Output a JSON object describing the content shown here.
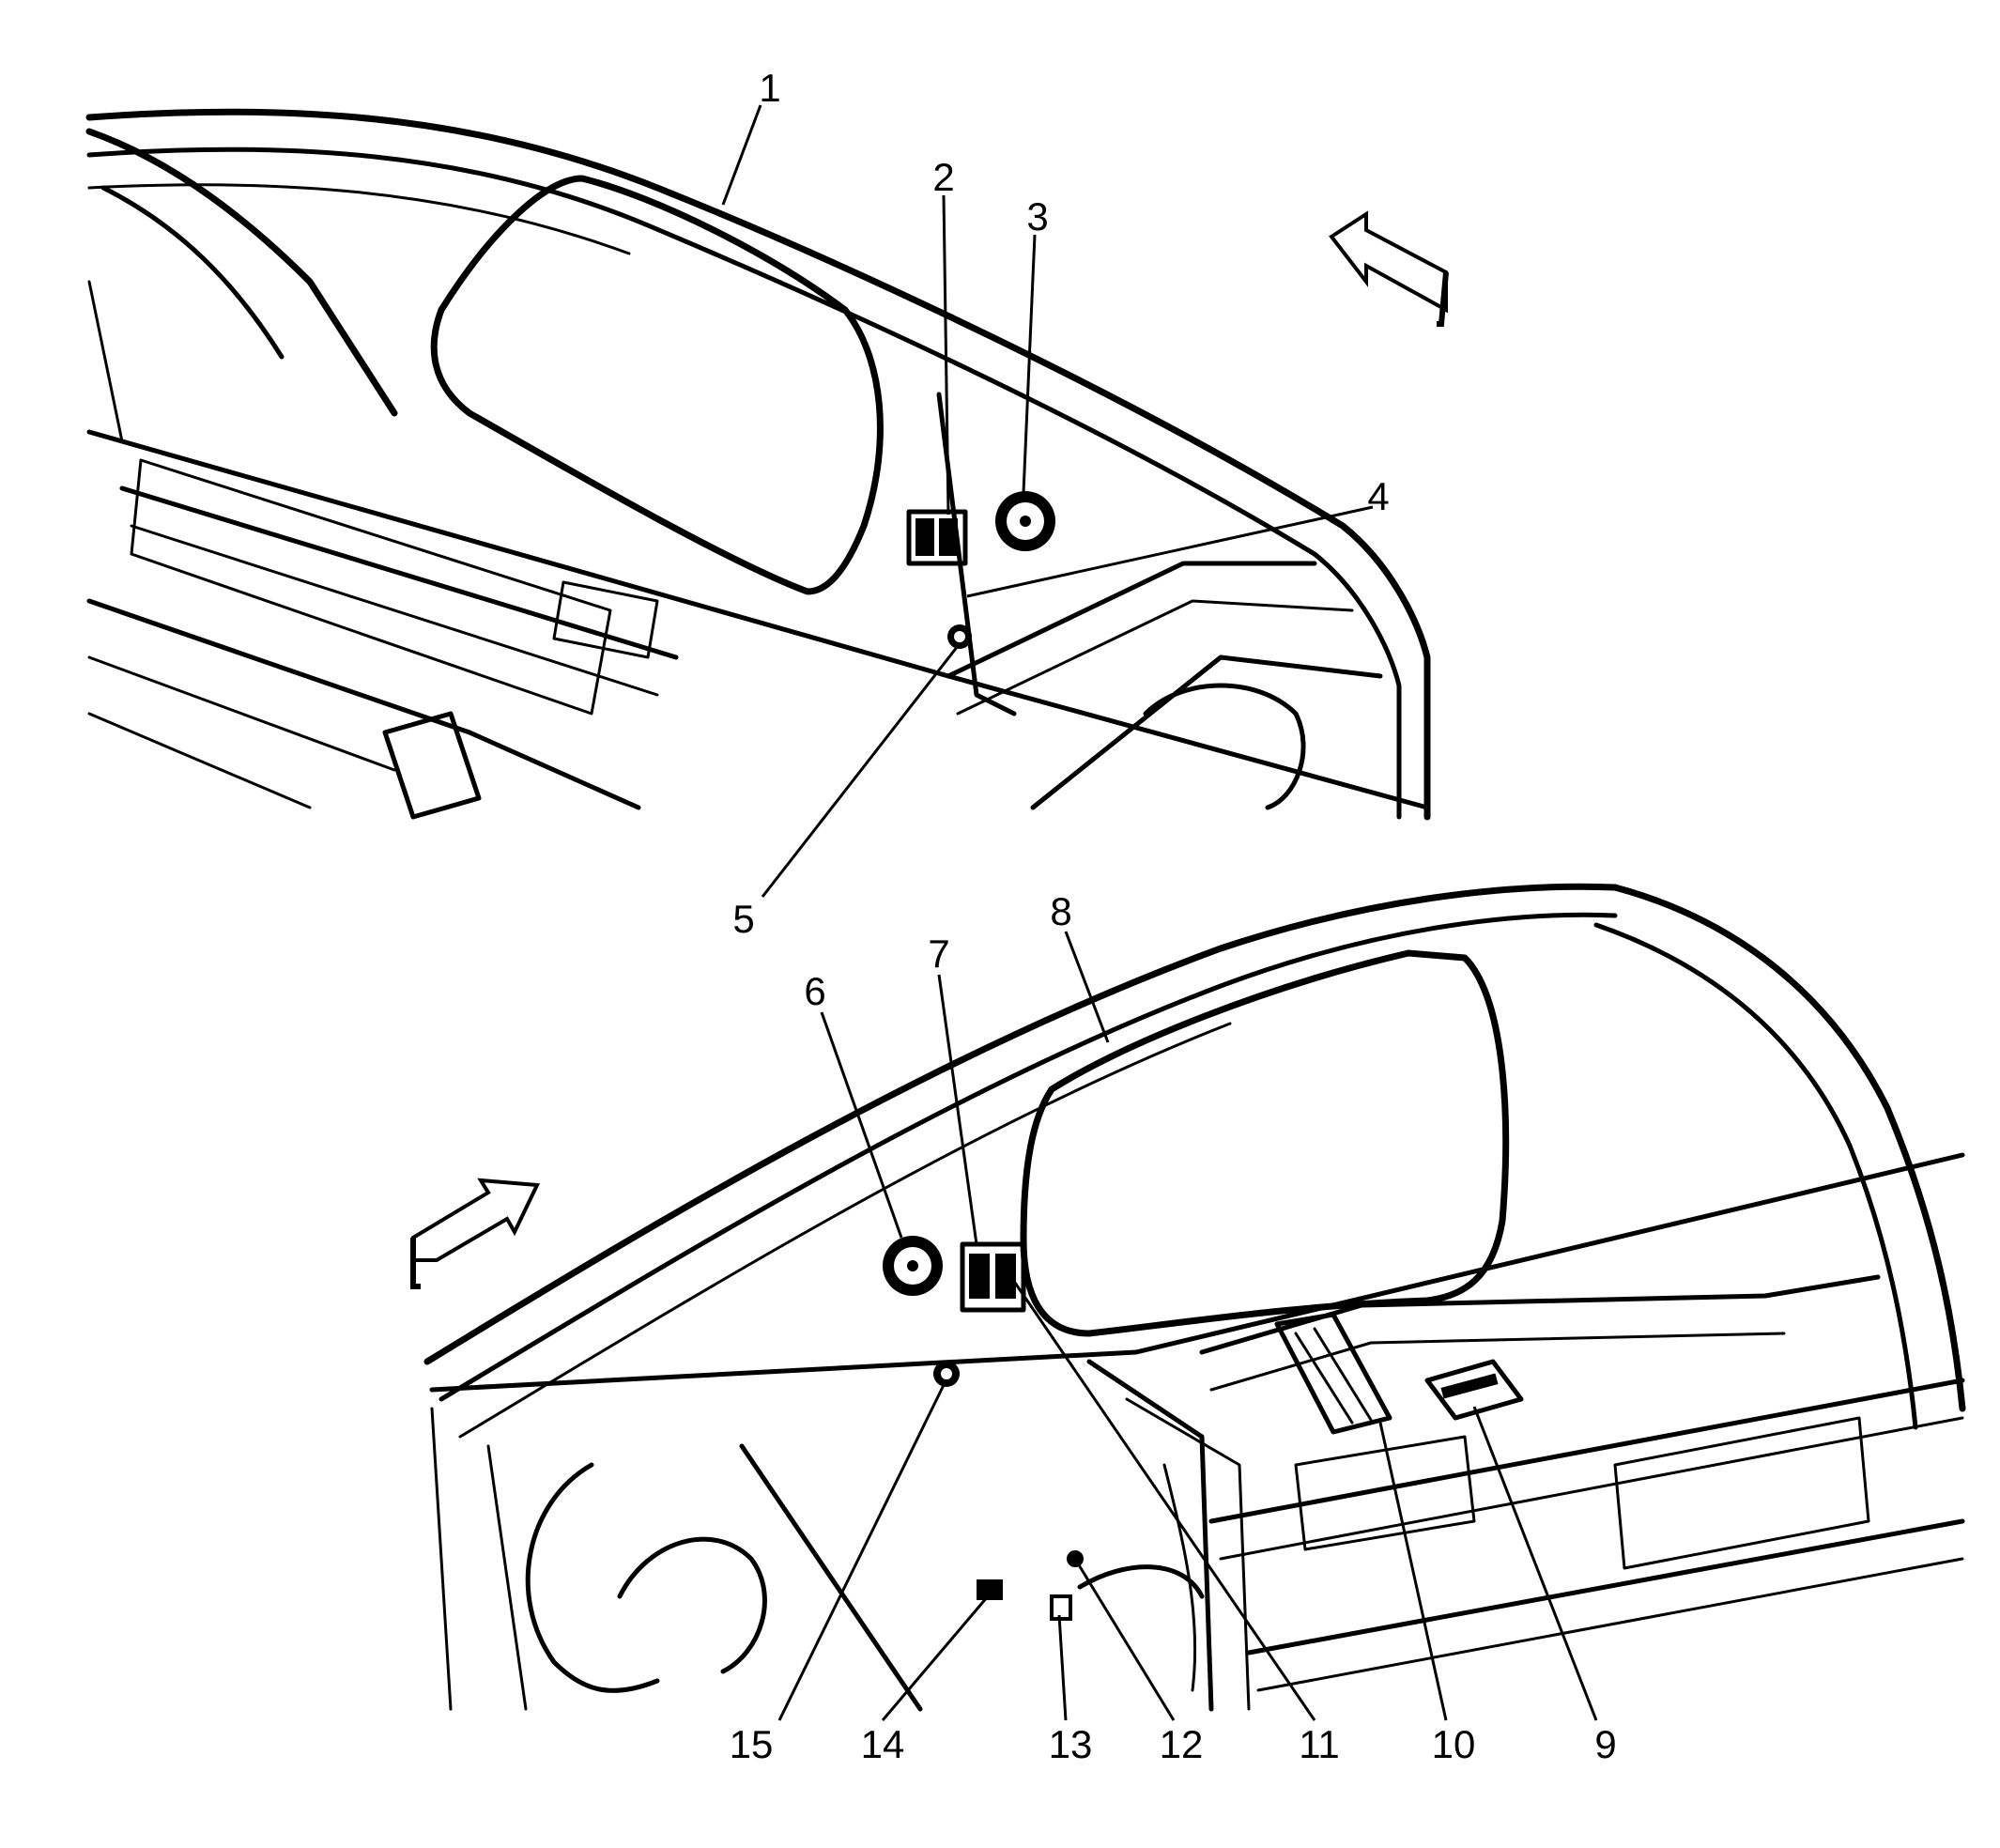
{
  "diagram": {
    "callouts": [
      "1",
      "2",
      "3",
      "4",
      "5",
      "6",
      "7",
      "8",
      "9",
      "10",
      "11",
      "12",
      "13",
      "14",
      "15"
    ],
    "colors": {
      "ink": "#000000",
      "paper": "#ffffff"
    },
    "direction_arrows": [
      "front-view-arrow",
      "rear-view-arrow"
    ]
  }
}
